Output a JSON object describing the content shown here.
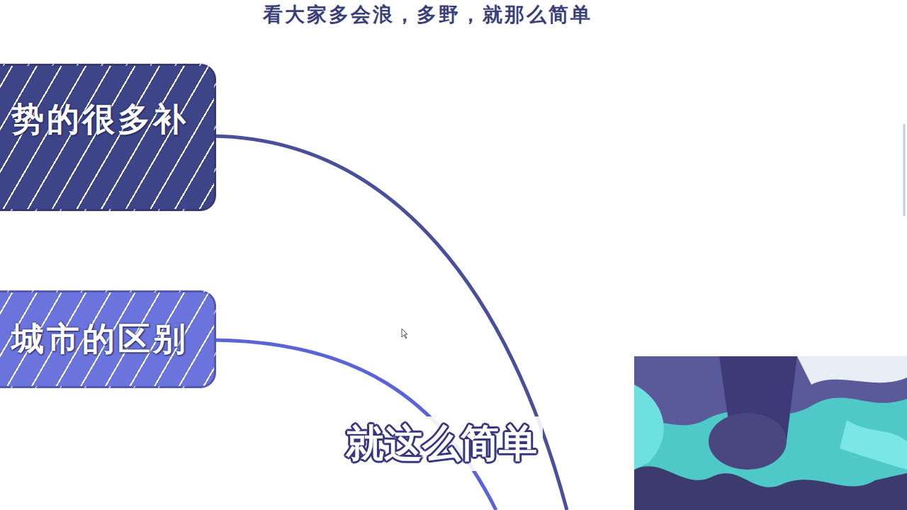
{
  "diagram": {
    "title": "看大家多会浪，多野，就那么简单",
    "nodes": [
      {
        "text": [
          "势的很多补"
        ]
      },
      {
        "text": [
          "城市的区别"
        ]
      }
    ],
    "labels": [
      "就这么简单"
    ]
  }
}
